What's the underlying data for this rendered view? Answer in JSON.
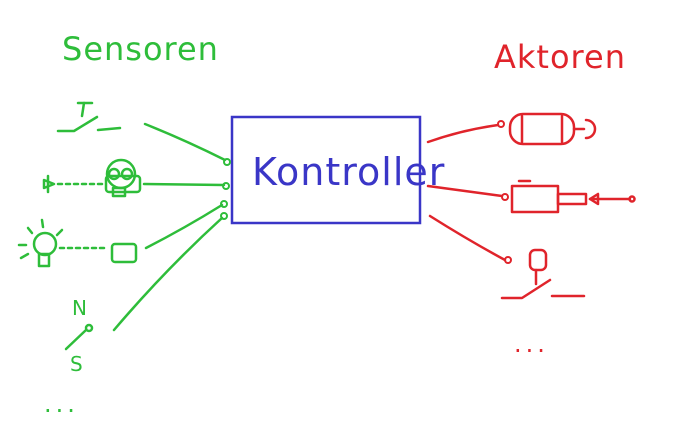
{
  "colors": {
    "sensors": "#2ebd3a",
    "controller": "#3a36c7",
    "actuators": "#e0242b"
  },
  "sensors": {
    "title": "Sensoren",
    "magnet_north": "N",
    "magnet_south": "S",
    "more": "..."
  },
  "controller": {
    "label": "Kontroller"
  },
  "actuators": {
    "title": "Aktoren",
    "more": "..."
  }
}
